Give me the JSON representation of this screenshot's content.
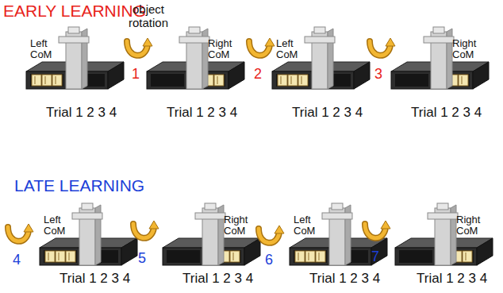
{
  "diagram": {
    "labels": [
      "EARLY LEARNING",
      "object rotation",
      "Left CoM",
      "1",
      "Right CoM",
      "Trial 1 2 3 4",
      "Trial 1 2 3 4",
      "2",
      "Left CoM",
      "3",
      "Right CoM",
      "Trial 1 2 3 4",
      "Trial 1 2 3 4",
      "LATE LEARNING",
      "Left CoM",
      "Right CoM",
      "Left CoM",
      "Right CoM",
      "4",
      "5",
      "6",
      "7",
      "Trial 1 2 3 4",
      "Trial 1 2 3 4",
      "Trial 1 2 3 4",
      "Trial 1 2 3 4"
    ]
  }
}
